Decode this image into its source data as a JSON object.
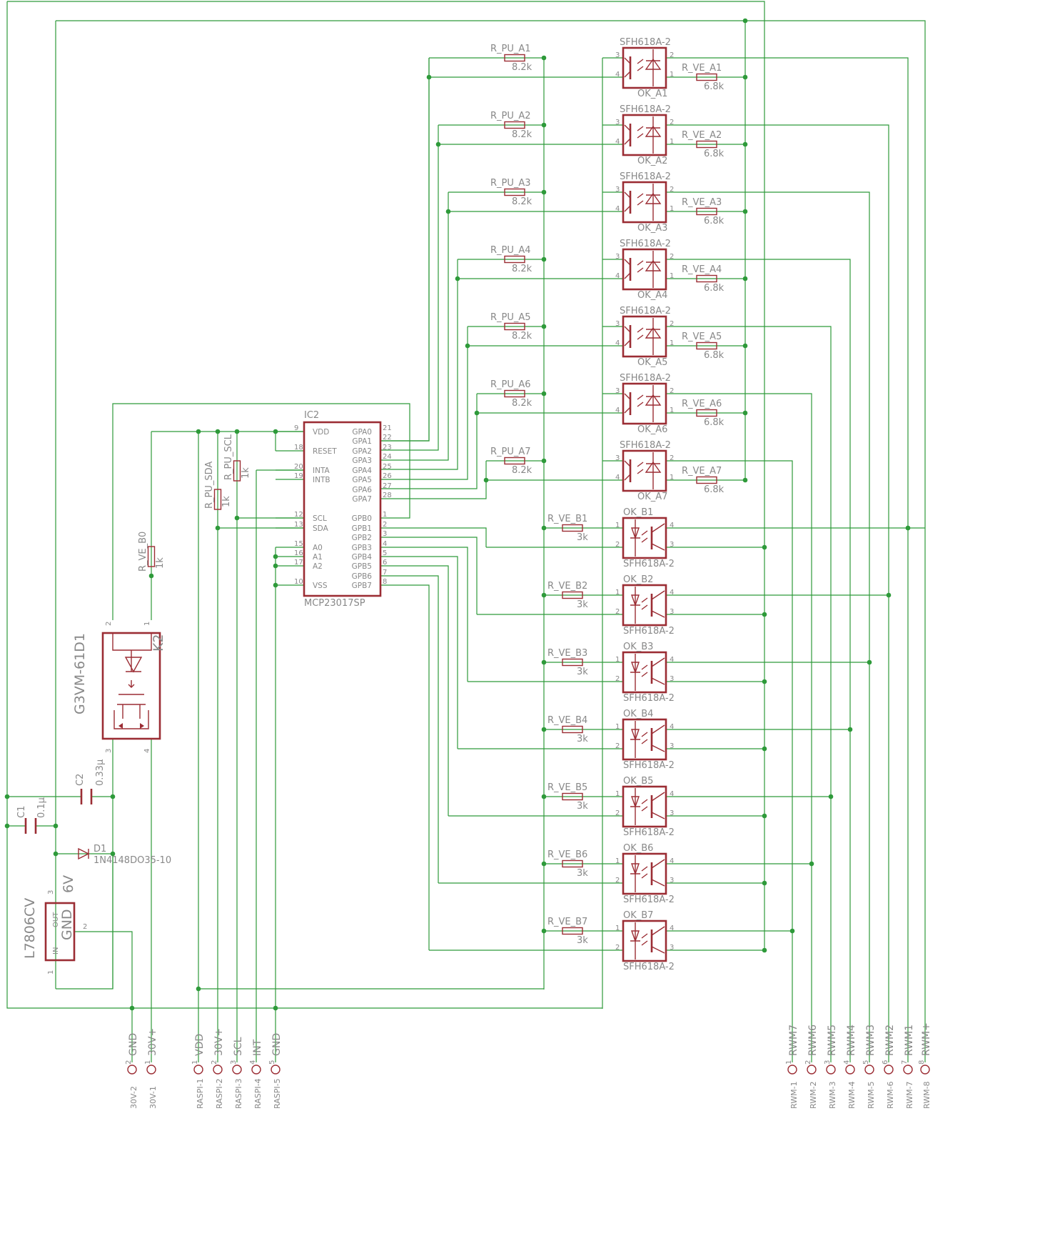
{
  "mcu": {
    "name": "IC2",
    "part": "MCP23017SP",
    "left_pins": [
      {
        "sig": "VDD",
        "num": "9"
      },
      {
        "sig": "RESET",
        "num": "18"
      },
      {
        "sig": "INTA",
        "num": "20"
      },
      {
        "sig": "INTB",
        "num": "19"
      },
      {
        "sig": "SCL",
        "num": "12"
      },
      {
        "sig": "SDA",
        "num": "13"
      },
      {
        "sig": "A0",
        "num": "15"
      },
      {
        "sig": "A1",
        "num": "16"
      },
      {
        "sig": "A2",
        "num": "17"
      },
      {
        "sig": "VSS",
        "num": "10"
      }
    ],
    "right_pins": [
      {
        "sig": "GPA0",
        "num": "21"
      },
      {
        "sig": "GPA1",
        "num": "22"
      },
      {
        "sig": "GPA2",
        "num": "23"
      },
      {
        "sig": "GPA3",
        "num": "24"
      },
      {
        "sig": "GPA4",
        "num": "25"
      },
      {
        "sig": "GPA5",
        "num": "26"
      },
      {
        "sig": "GPA6",
        "num": "27"
      },
      {
        "sig": "GPA7",
        "num": "28"
      },
      {
        "sig": "GPB0",
        "num": "1"
      },
      {
        "sig": "GPB1",
        "num": "2"
      },
      {
        "sig": "GPB2",
        "num": "3"
      },
      {
        "sig": "GPB3",
        "num": "4"
      },
      {
        "sig": "GPB4",
        "num": "5"
      },
      {
        "sig": "GPB5",
        "num": "6"
      },
      {
        "sig": "GPB6",
        "num": "7"
      },
      {
        "sig": "GPB7",
        "num": "8"
      }
    ]
  },
  "channels_a": [
    {
      "pu": "R_PU_A1",
      "pu_val": "8.2k",
      "ve": "R_VE_A1",
      "ve_val": "6.8k",
      "opto": "SFH618A-2",
      "name": "OK_A1"
    },
    {
      "pu": "R_PU_A2",
      "pu_val": "8.2k",
      "ve": "R_VE_A2",
      "ve_val": "6.8k",
      "opto": "SFH618A-2",
      "name": "OK_A2"
    },
    {
      "pu": "R_PU_A3",
      "pu_val": "8.2k",
      "ve": "R_VE_A3",
      "ve_val": "6.8k",
      "opto": "SFH618A-2",
      "name": "OK_A3"
    },
    {
      "pu": "R_PU_A4",
      "pu_val": "8.2k",
      "ve": "R_VE_A4",
      "ve_val": "6.8k",
      "opto": "SFH618A-2",
      "name": "OK_A4"
    },
    {
      "pu": "R_PU_A5",
      "pu_val": "8.2k",
      "ve": "R_VE_A5",
      "ve_val": "6.8k",
      "opto": "SFH618A-2",
      "name": "OK_A5"
    },
    {
      "pu": "R_PU_A6",
      "pu_val": "8.2k",
      "ve": "R_VE_A6",
      "ve_val": "6.8k",
      "opto": "SFH618A-2",
      "name": "OK_A6"
    },
    {
      "pu": "R_PU_A7",
      "pu_val": "8.2k",
      "ve": "R_VE_A7",
      "ve_val": "6.8k",
      "opto": "SFH618A-2",
      "name": "OK_A7"
    }
  ],
  "channels_b": [
    {
      "ve": "R_VE_B1",
      "ve_val": "3k",
      "name": "OK_B1",
      "opto": "SFH618A-2"
    },
    {
      "ve": "R_VE_B2",
      "ve_val": "3k",
      "name": "OK_B2",
      "opto": "SFH618A-2"
    },
    {
      "ve": "R_VE_B3",
      "ve_val": "3k",
      "name": "OK_B3",
      "opto": "SFH618A-2"
    },
    {
      "ve": "R_VE_B4",
      "ve_val": "3k",
      "name": "OK_B4",
      "opto": "SFH618A-2"
    },
    {
      "ve": "R_VE_B5",
      "ve_val": "3k",
      "name": "OK_B5",
      "opto": "SFH618A-2"
    },
    {
      "ve": "R_VE_B6",
      "ve_val": "3k",
      "name": "OK_B6",
      "opto": "SFH618A-2"
    },
    {
      "ve": "R_VE_B7",
      "ve_val": "3k",
      "name": "OK_B7",
      "opto": "SFH618A-2"
    }
  ],
  "pins": {
    "n1": "1",
    "n2": "2",
    "n3": "3",
    "n4": "4"
  },
  "pullups": {
    "sda": {
      "name": "R_PU_SDA",
      "val": "1k"
    },
    "scl": {
      "name": "R_PU_SCL",
      "val": "1k"
    }
  },
  "relay": {
    "name": "K2",
    "part": "G3VM-61D1",
    "pin1": "1",
    "pin2": "2",
    "pin3": "3",
    "pin4": "4",
    "res": "R_VE_B0",
    "res_val": "1k"
  },
  "caps": {
    "c2": {
      "name": "C2",
      "val": "0.33µ"
    },
    "c1": {
      "name": "C1",
      "val": "0.1µ"
    }
  },
  "diode": {
    "name": "D1",
    "part": "1N4148DO35-10"
  },
  "regulator": {
    "name": "L7806CV",
    "volt": "6V",
    "in": "IN",
    "out": "OUT",
    "gnd": "GND",
    "pin1": "1",
    "pin2": "2",
    "pin3": "3"
  },
  "conn_30v": [
    {
      "label": "GND",
      "pin": "30V-2",
      "num": "2"
    },
    {
      "label": "30V+",
      "pin": "30V-1",
      "num": "1"
    }
  ],
  "conn_raspi": [
    {
      "label": "VDD",
      "pin": "RASPI-1",
      "num": "1"
    },
    {
      "label": "30V+",
      "pin": "RASPI-2",
      "num": "2"
    },
    {
      "label": "SCL",
      "pin": "RASPI-3",
      "num": "3"
    },
    {
      "label": "INT",
      "pin": "RASPI-4",
      "num": "4"
    },
    {
      "label": "GND",
      "pin": "RASPI-5",
      "num": "5"
    }
  ],
  "conn_rwm": [
    {
      "label": "RWM7",
      "pin": "RWM-1",
      "num": "1"
    },
    {
      "label": "RWM6",
      "pin": "RWM-2",
      "num": "2"
    },
    {
      "label": "RWM5",
      "pin": "RWM-3",
      "num": "3"
    },
    {
      "label": "RWM4",
      "pin": "RWM-4",
      "num": "4"
    },
    {
      "label": "RWM3",
      "pin": "RWM-5",
      "num": "5"
    },
    {
      "label": "RWM2",
      "pin": "RWM-6",
      "num": "6"
    },
    {
      "label": "RWM1",
      "pin": "RWM-7",
      "num": "7"
    },
    {
      "label": "RWM+",
      "pin": "RWM-8",
      "num": "8"
    }
  ],
  "colors": {
    "wire": "#2e9a3a",
    "part": "#9b2d34",
    "text": "#888888"
  }
}
